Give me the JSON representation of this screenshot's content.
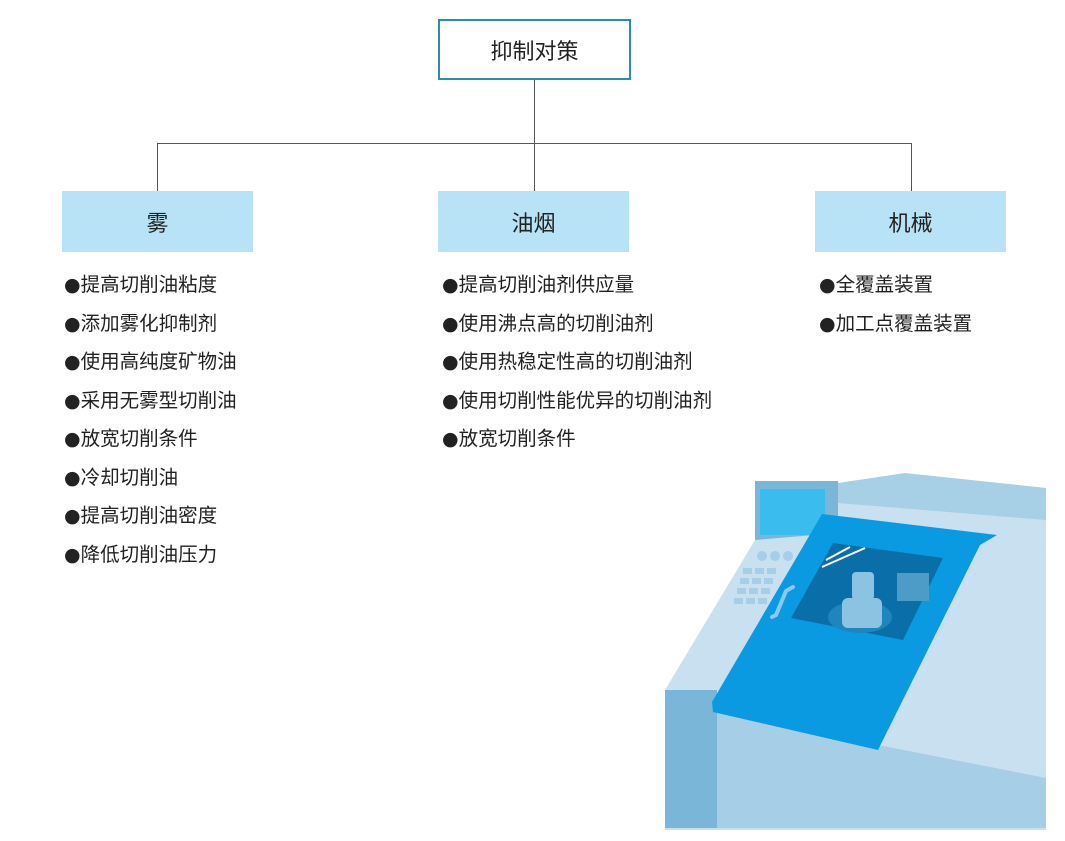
{
  "root": {
    "label": "抑制对策"
  },
  "categories": [
    {
      "label": "雾",
      "items": [
        "提高切削油粘度",
        "添加雾化抑制剂",
        "使用高纯度矿物油",
        "采用无雾型切削油",
        "放宽切削条件",
        "冷却切削油",
        "提高切削油密度",
        "降低切削油压力"
      ]
    },
    {
      "label": "油烟",
      "items": [
        "提高切削油剂供应量",
        "使用沸点高的切削油剂",
        "使用热稳定性高的切削油剂",
        "使用切削性能优异的切削油剂",
        "放宽切削条件"
      ]
    },
    {
      "label": "机械",
      "items": [
        "全覆盖装置",
        "加工点覆盖装置"
      ]
    }
  ],
  "colors": {
    "root_border": "#2a8fa8",
    "category_fill": "#b8e2f5",
    "machine_door": "#0a9ae2"
  }
}
